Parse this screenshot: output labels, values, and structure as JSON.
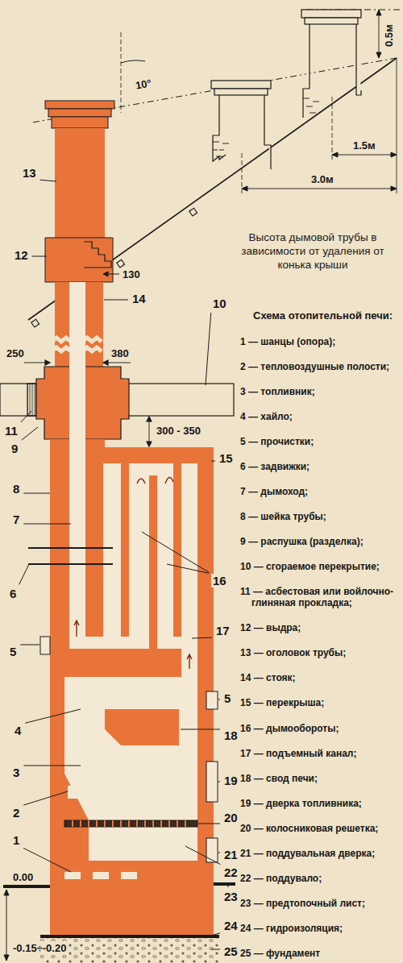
{
  "diagram": {
    "caption": "Высота дымовой трубы в зависимости от удаления от конька крыши",
    "labels": [
      "0.5м",
      "10°",
      "1.5м",
      "3.0м",
      "13",
      "12",
      "130",
      "14",
      "10",
      "250",
      "380",
      "11",
      "9",
      "8",
      "7",
      "300 - 350",
      "15",
      "16",
      "17",
      "6",
      "5",
      "5",
      "4",
      "18",
      "3",
      "19",
      "2",
      "20",
      "1",
      "21",
      "22",
      "23",
      "0.00",
      "24",
      "-0.15÷-0.20",
      "25",
      "Схема отопительной печи:",
      "1 — шанцы (опора);",
      "2 — тепловоздушные полости;",
      "3 — топливник;",
      "4 — хайло;",
      "5 — прочистки;",
      "6 — задвижки;",
      "7 — дымоход;",
      "8 — шейка трубы;",
      "9 — распушка (разделка);",
      "10 — сгораемое перекрытие;",
      "11 — асбестовая или войлочно-глиняная прокладка;",
      "12 — выдра;",
      "13 — оголовок трубы;",
      "14 — стояк;",
      "15 — перекрыша;",
      "16 — дымообороты;",
      "17 — подъемный канал;",
      "18 — свод печи;",
      "19 — дверка топливника;",
      "20 — колосниковая решетка;",
      "21 — поддувальная дверка;",
      "22 — поддувало;",
      "23 — предтопочный лист;",
      "24 — гидроизоляция;",
      "25 — фундамент"
    ]
  }
}
